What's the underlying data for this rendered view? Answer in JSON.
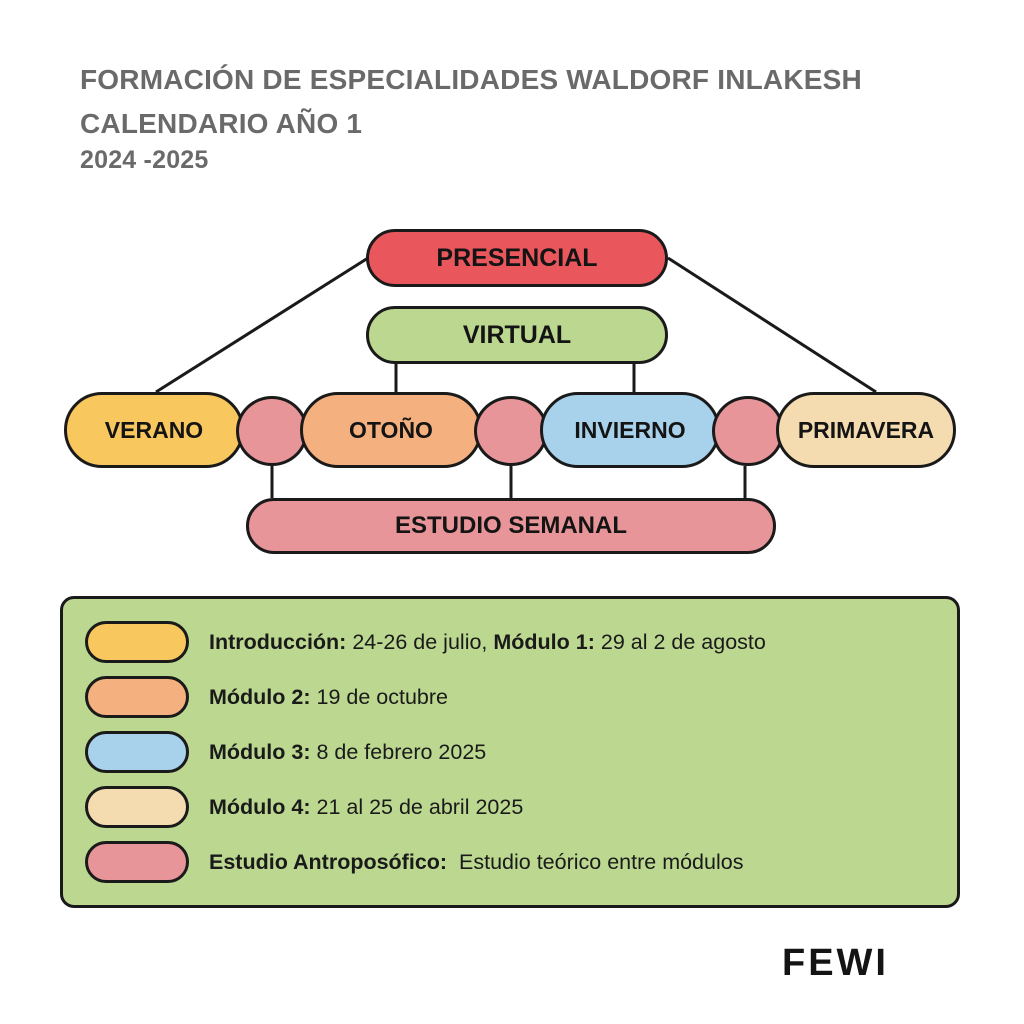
{
  "header": {
    "line1": "FORMACIÓN DE ESPECIALIDADES WALDORF INLAKESH",
    "line2": "CALENDARIO AÑO 1",
    "line3": "2024 -2025"
  },
  "diagram": {
    "presencial": "PRESENCIAL",
    "virtual": "VIRTUAL",
    "seasons": [
      "VERANO",
      "OTOÑO",
      "INVIERNO",
      "PRIMAVERA"
    ],
    "estudio": "ESTUDIO SEMANAL"
  },
  "colors": {
    "presencial": "#e9575c",
    "virtual": "#bcd890",
    "verano": "#f8c75e",
    "otono": "#f4b07e",
    "invierno": "#a8d2ec",
    "primavera": "#f4dcb0",
    "estudio": "#e8959a",
    "legend_bg": "#bcd890"
  },
  "legend": [
    {
      "swatch": "verano",
      "parts": [
        {
          "text": "Introducción:",
          "bold": true
        },
        {
          "text": " 24-26 de julio, ",
          "bold": false
        },
        {
          "text": "Módulo 1:",
          "bold": true
        },
        {
          "text": " 29 al 2 de agosto",
          "bold": false
        }
      ]
    },
    {
      "swatch": "otono",
      "parts": [
        {
          "text": "Módulo 2:",
          "bold": true
        },
        {
          "text": " 19 de octubre",
          "bold": false
        }
      ]
    },
    {
      "swatch": "invierno",
      "parts": [
        {
          "text": "Módulo 3:",
          "bold": true
        },
        {
          "text": " 8 de febrero 2025",
          "bold": false
        }
      ]
    },
    {
      "swatch": "primavera",
      "parts": [
        {
          "text": "Módulo 4:",
          "bold": true
        },
        {
          "text": " 21 al 25 de abril 2025",
          "bold": false
        }
      ]
    },
    {
      "swatch": "estudio",
      "parts": [
        {
          "text": "Estudio Antroposófico:",
          "bold": true
        },
        {
          "text": "  Estudio teórico entre módulos",
          "bold": false
        }
      ]
    }
  ],
  "brand": "FEWI"
}
